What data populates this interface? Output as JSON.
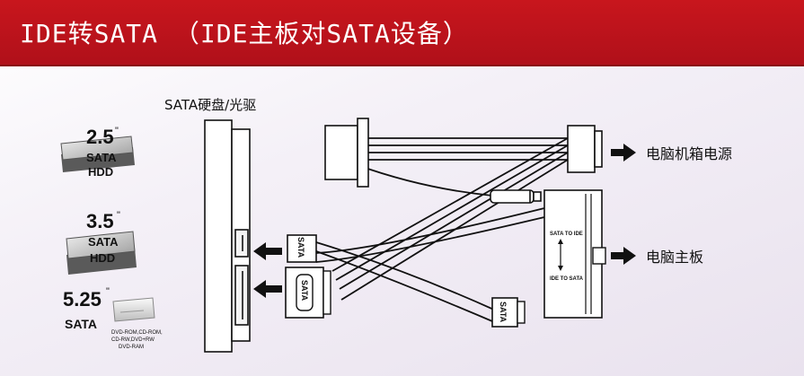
{
  "banner": {
    "title": "IDE转SATA （IDE主板对SATA设备）"
  },
  "labels": {
    "sata_device": "SATA硬盘/光驱",
    "power": "电脑机箱电源",
    "motherboard": "电脑主板"
  },
  "connectors": {
    "sata_data_small": "SATA",
    "sata_data_large": "SATA",
    "sata_data_end": "SATA",
    "board_top": "SATA TO IDE",
    "board_bottom": "IDE TO SATA"
  },
  "drives": {
    "hdd25": {
      "size": "2.5",
      "unit": "\"",
      "line1": "SATA",
      "line2": "HDD"
    },
    "hdd35": {
      "size": "3.5",
      "unit": "\"",
      "line1": "SATA",
      "line2": "HDD"
    },
    "odd": {
      "size": "5.25",
      "unit": "\"",
      "line1": "SATA",
      "formats": [
        "DVD-ROM,CD-ROM,",
        "CD-RW,DVD+RW",
        "DVD-RAM"
      ]
    }
  },
  "colors": {
    "banner": "#c8161d",
    "line": "#111111"
  }
}
